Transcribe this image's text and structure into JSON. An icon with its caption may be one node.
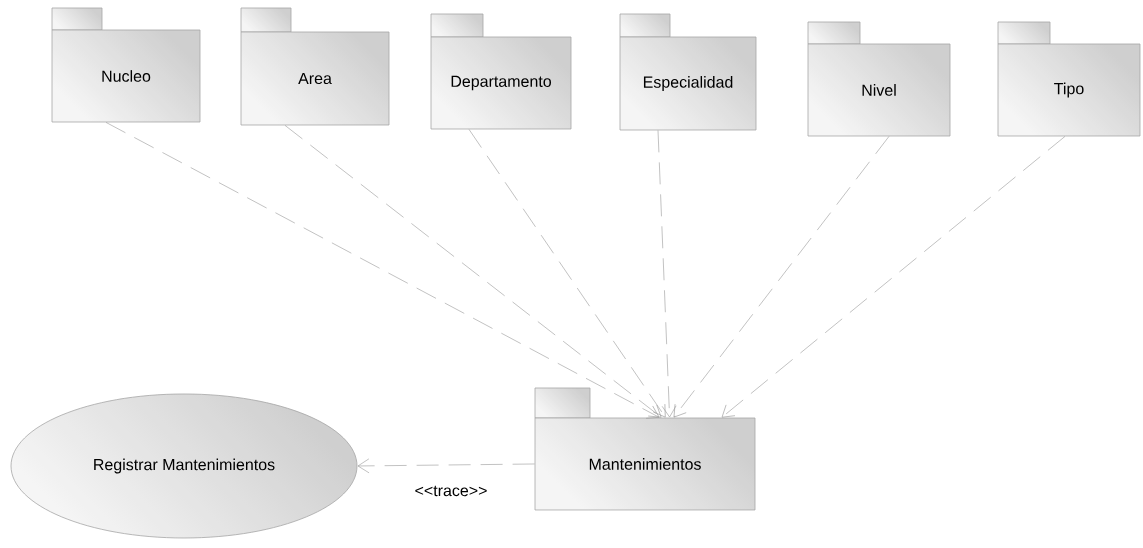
{
  "diagram": {
    "nodes": [
      {
        "text": [
          "Nucleo"
        ]
      },
      {
        "text": [
          "Area"
        ]
      },
      {
        "text": [
          "Departamento"
        ]
      },
      {
        "text": [
          "Especialidad"
        ]
      },
      {
        "text": [
          "Nivel"
        ]
      },
      {
        "text": [
          "Tipo"
        ]
      },
      {
        "text": [
          "Mantenimientos"
        ]
      },
      {
        "text": [
          "Registrar Mantenimientos"
        ]
      }
    ],
    "edges": [
      {
        "from": 0,
        "to": 6,
        "arrow": "to",
        "style": "dashed"
      },
      {
        "from": 1,
        "to": 6,
        "arrow": "to",
        "style": "dashed"
      },
      {
        "from": 2,
        "to": 6,
        "arrow": "to",
        "style": "dashed"
      },
      {
        "from": 3,
        "to": 6,
        "arrow": "to",
        "style": "dashed"
      },
      {
        "from": 4,
        "to": 6,
        "arrow": "to",
        "style": "dashed"
      },
      {
        "from": 5,
        "to": 6,
        "arrow": "to",
        "style": "dashed"
      },
      {
        "from": 6,
        "to": 7,
        "arrow": "to",
        "style": "dashed",
        "label": "<<trace>>"
      }
    ]
  }
}
